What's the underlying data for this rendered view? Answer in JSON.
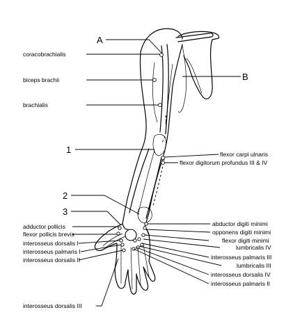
{
  "labels": {
    "A": "A",
    "B": "B",
    "n1": "1",
    "n2": "2",
    "n3": "3",
    "coracobrachialis": "coracobrachialis",
    "biceps_brachii": "biceps brachii",
    "brachialis": "brachialis",
    "flexor_carpi_ulnaris": "flexor carpi ulnaris",
    "flexor_digitorum_profundus": "flexor digitorum profundus III & IV",
    "adductor_pollicis": "adductor pollicis",
    "flexor_pollicis_brevis": "flexor pollicis brevis",
    "interosseus_dorsalis_I": "interosseus dorsalis I",
    "interosseus_palmaris_I": "interosseus palmaris I",
    "interosseus_dorsalis_II": "interosseus dorsalis II",
    "abductor_digiti_minimi": "abductor digiti minimi",
    "opponens_digiti_minimi": "opponens digiti minimi",
    "flexor_digiti_minimi": "flexor digiti minimi",
    "lumbricalis_IV": "lumbricalis IV",
    "interosseus_palmaris_III": "interosseus palmaris III",
    "lumbricalis_III": "lumbricalis III",
    "interosseus_dorsalis_IV": "interosseus dorsalis IV",
    "interosseus_palmaris_II": "interosseus palmaris II",
    "interosseus_dorsalis_III": "interosseus dorsalis III"
  }
}
